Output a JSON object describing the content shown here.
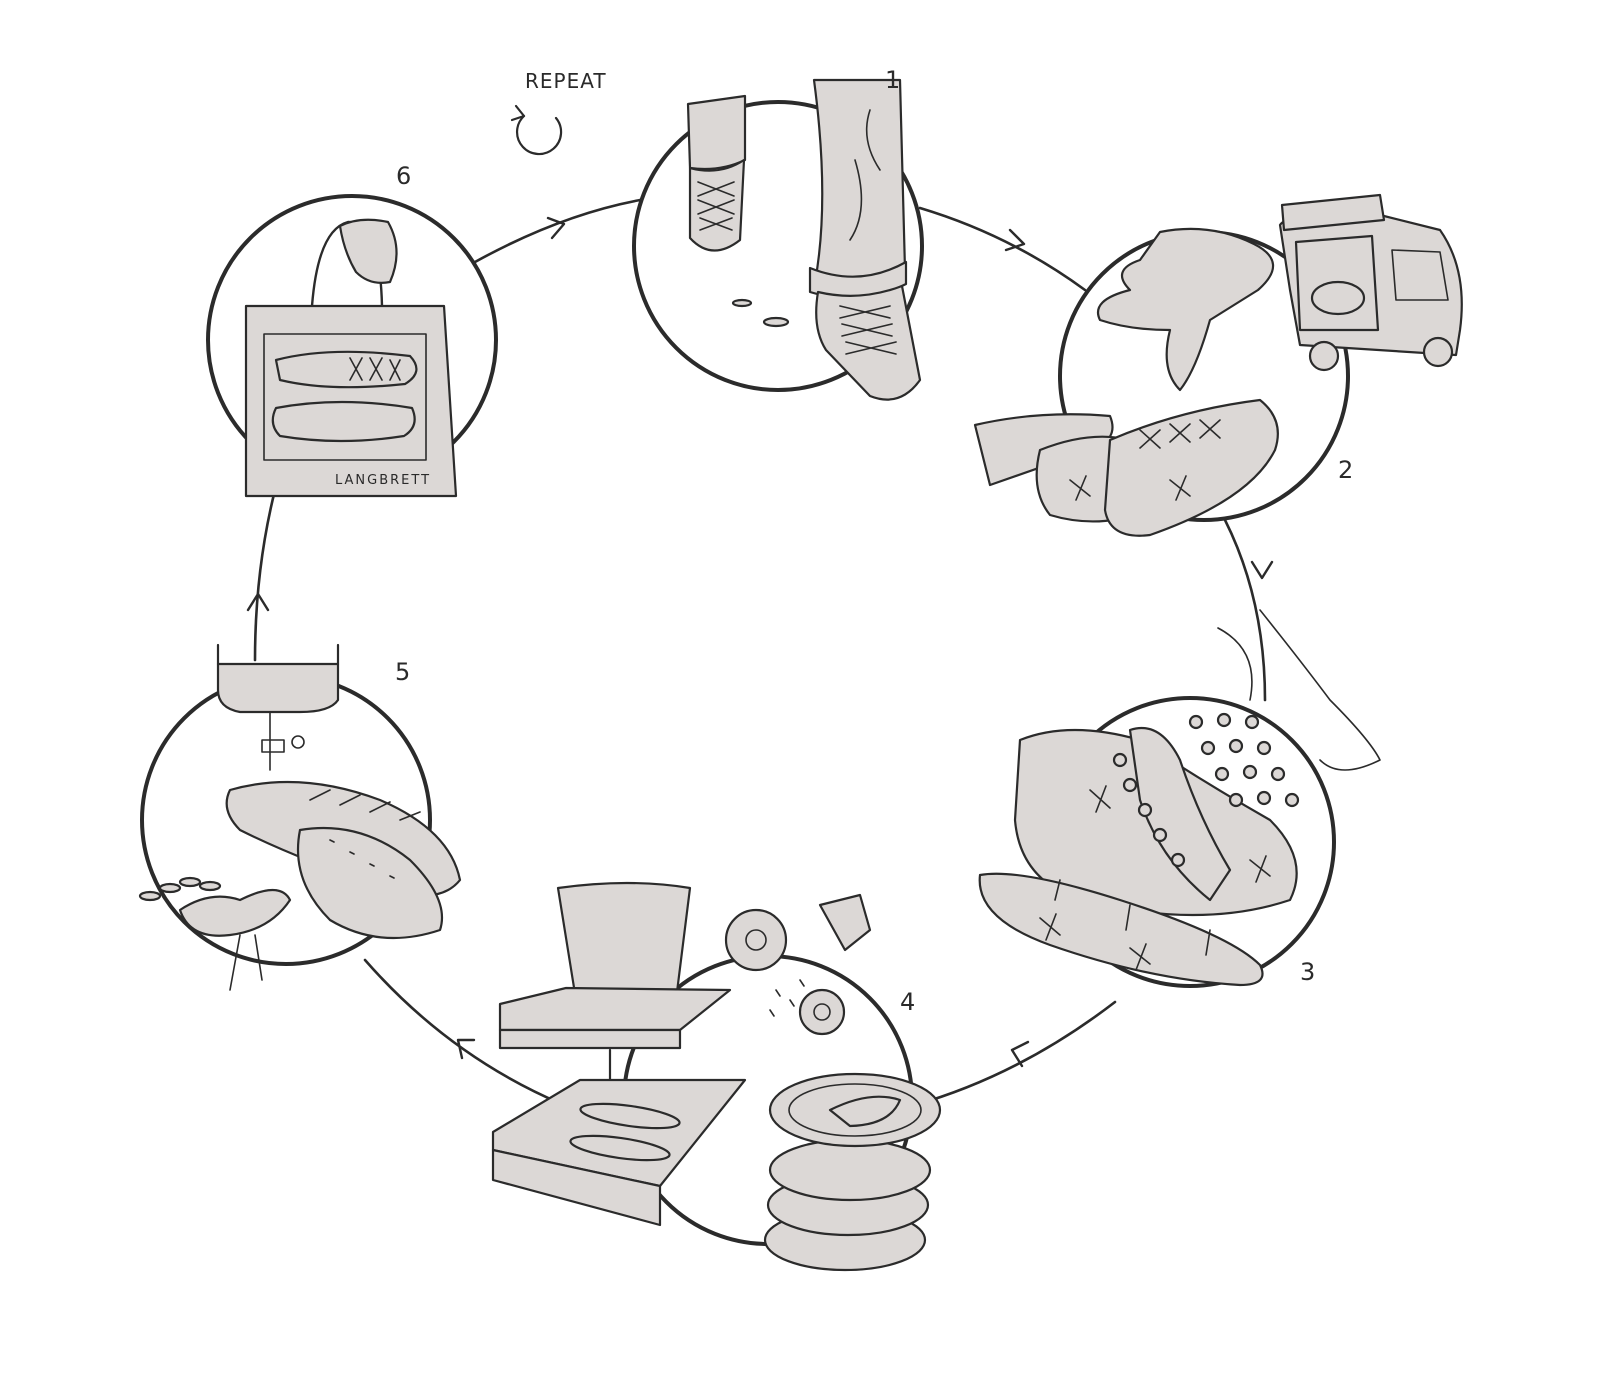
{
  "diagram": {
    "repeat_label": "REPEAT",
    "bag_brand": "LANGBRETT",
    "steps": [
      {
        "number": "1"
      },
      {
        "number": "2"
      },
      {
        "number": "3"
      },
      {
        "number": "4"
      },
      {
        "number": "5"
      },
      {
        "number": "6"
      }
    ],
    "colors": {
      "ink": "#2b2b2b",
      "fill": "#dcd8d6",
      "background": "#ffffff"
    }
  }
}
